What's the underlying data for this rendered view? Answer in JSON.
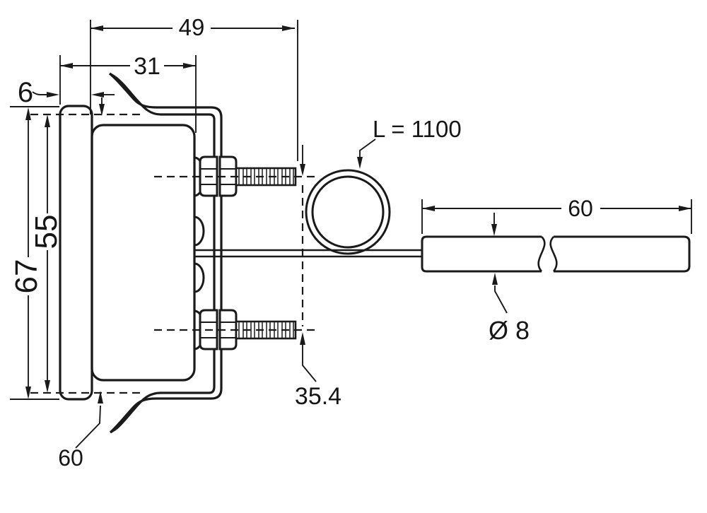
{
  "diagram": {
    "type": "technical-dimension-drawing",
    "subject": "panel-mount capillary thermometer with bracket, coiled capillary and probe",
    "colors": {
      "ink": "#1a1a1a",
      "background": "#ffffff"
    },
    "labels": {
      "total_depth": "49",
      "front_depth": "31",
      "bezel_lip": "6",
      "bezel_height": "67",
      "body_height": "55",
      "housing_diameter": "60",
      "stud_spacing": "35.4",
      "capillary_length": "L = 1100",
      "probe_length": "60",
      "probe_diameter": "Ø 8"
    }
  }
}
